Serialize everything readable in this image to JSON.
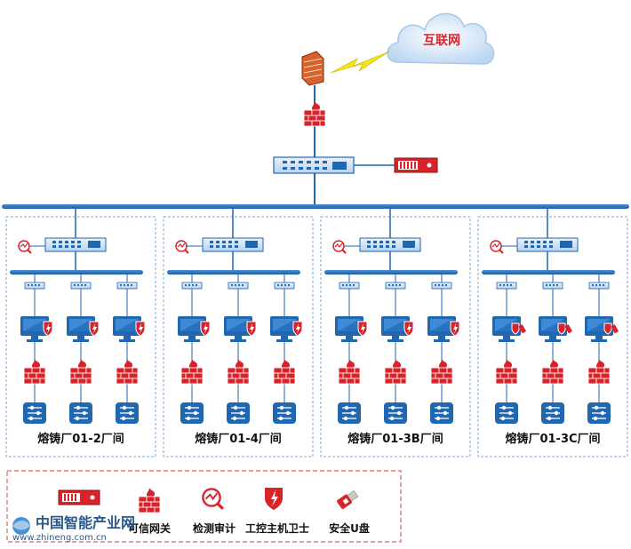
{
  "internet_label": "互联网",
  "zones": [
    {
      "label": "熔铸厂01-2厂间"
    },
    {
      "label": "熔铸厂01-4厂间"
    },
    {
      "label": "熔铸厂01-3B厂间"
    },
    {
      "label": "熔铸厂01-3C厂间"
    }
  ],
  "legend": [
    {
      "icon": "gateway-device-icon",
      "label": ""
    },
    {
      "icon": "firewall-icon",
      "label": "可信网关"
    },
    {
      "icon": "audit-icon",
      "label": "检测审计"
    },
    {
      "icon": "shield-icon",
      "label": "工控主机卫士"
    },
    {
      "icon": "usb-icon",
      "label": "安全U盘"
    }
  ],
  "watermark": {
    "title": "中国智能产业网",
    "url": "www.zhineng.com.cn"
  },
  "colors": {
    "blue": "#1f67b1",
    "red": "#d8232a",
    "zone_border": "#7fa9d6",
    "legend_border": "#d14040"
  }
}
